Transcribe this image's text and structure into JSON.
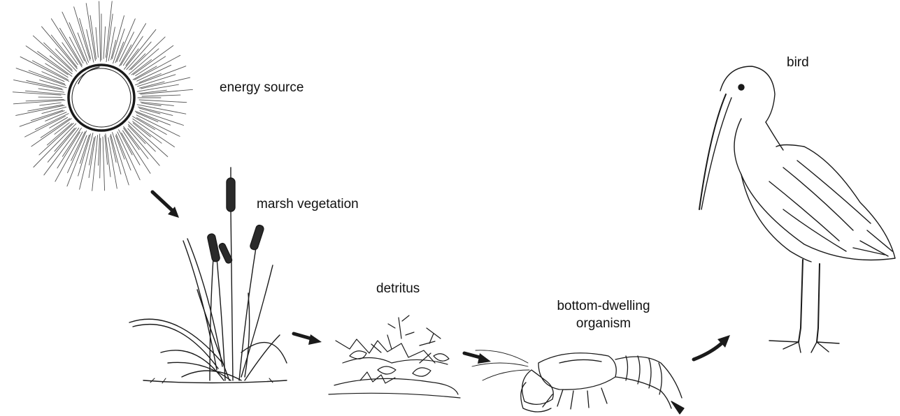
{
  "labels": {
    "energy_source": "energy source",
    "marsh_vegetation": "marsh vegetation",
    "detritus": "detritus",
    "bottom_dwelling_line1": "bottom-dwelling",
    "bottom_dwelling_line2": "organism",
    "bird": "bird"
  },
  "icons": [
    "sun-icon",
    "cattail-icon",
    "detritus-icon",
    "crayfish-icon",
    "ibis-bird-icon",
    "arrow-icon"
  ],
  "colors": {
    "ink": "#1a1a1a",
    "background": "#ffffff"
  }
}
